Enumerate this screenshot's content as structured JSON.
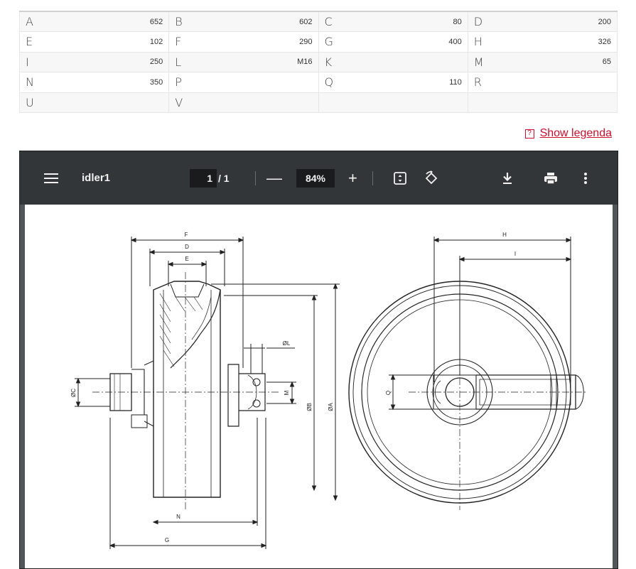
{
  "dimensions": [
    [
      {
        "l": "A",
        "v": "652"
      },
      {
        "l": "B",
        "v": "602"
      },
      {
        "l": "C",
        "v": "80"
      },
      {
        "l": "D",
        "v": "200"
      }
    ],
    [
      {
        "l": "E",
        "v": "102"
      },
      {
        "l": "F",
        "v": "290"
      },
      {
        "l": "G",
        "v": "400"
      },
      {
        "l": "H",
        "v": "326"
      }
    ],
    [
      {
        "l": "I",
        "v": "250"
      },
      {
        "l": "L",
        "v": "M16"
      },
      {
        "l": "K",
        "v": ""
      },
      {
        "l": "M",
        "v": "65"
      }
    ],
    [
      {
        "l": "N",
        "v": "350"
      },
      {
        "l": "P",
        "v": ""
      },
      {
        "l": "Q",
        "v": "110"
      },
      {
        "l": "R",
        "v": ""
      }
    ],
    [
      {
        "l": "U",
        "v": ""
      },
      {
        "l": "V",
        "v": ""
      },
      {
        "l": "",
        "v": ""
      },
      {
        "l": "",
        "v": ""
      }
    ]
  ],
  "legend": {
    "icon": "?",
    "label": "Show legenda"
  },
  "viewer": {
    "title": "idler1",
    "page_current": "1",
    "page_total": "/ 1",
    "zoom_out": "—",
    "zoom": "84%",
    "zoom_in": "+"
  },
  "drawing_labels": {
    "F": "F",
    "D": "D",
    "E": "E",
    "L": "ØL",
    "M": "M",
    "B": "ØB",
    "A": "ØA",
    "C": "ØC",
    "N": "N",
    "G": "G",
    "H": "H",
    "I": "I",
    "Q": "Q"
  },
  "colors": {
    "accent": "#c8102e",
    "toolbar": "#323639",
    "viewer_bg": "#525659"
  }
}
